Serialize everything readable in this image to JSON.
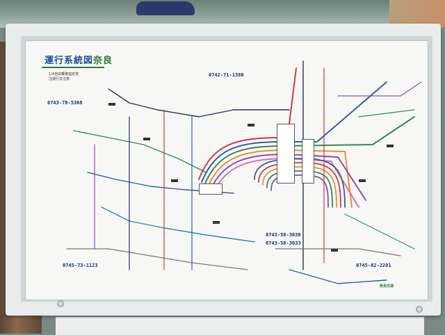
{
  "map": {
    "title_main": "運行系統図",
    "title_city": "奈良",
    "legend_lines": [
      "1/4自由乗降指定地",
      "注運行日注意"
    ],
    "phones": [
      {
        "id": "p1",
        "text": "0743-78-5368"
      },
      {
        "id": "p2",
        "text": "0742-71-1380"
      },
      {
        "id": "p3",
        "text": "0743-58-3030"
      },
      {
        "id": "p4",
        "text": "0743-58-3033"
      },
      {
        "id": "p5",
        "text": "0745-73-1123"
      },
      {
        "id": "p6",
        "text": "0745-82-2201"
      }
    ],
    "logo_text": "奈良交通",
    "route_colors": {
      "red": "#d2383c",
      "blue": "#2f5bb7",
      "green": "#2e8b57",
      "orange": "#f08c2a",
      "purple": "#8c4bb0",
      "pink": "#e66aa4",
      "navy": "#23305e",
      "teal": "#1f8fa0",
      "gray": "#777777"
    }
  }
}
